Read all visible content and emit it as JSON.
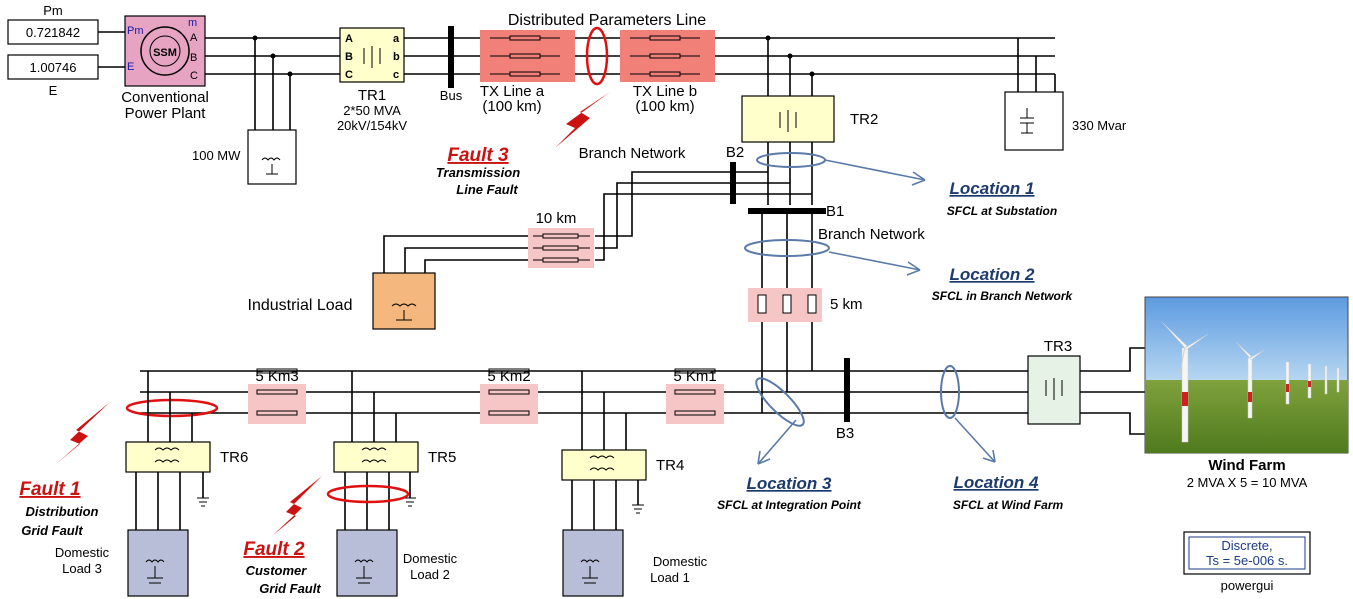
{
  "source": {
    "pm_value": "0.721842",
    "e_value": "1.00746",
    "pm_label": "Pm",
    "e_label": "E",
    "machine_label": "SSM",
    "port_pm": "Pm",
    "port_e": "E",
    "port_m": "m",
    "caption_line1": "Conventional",
    "caption_line2": "Power Plant"
  },
  "loads": {
    "plant_load": "100 MW",
    "capacitor": "330 Mvar",
    "industrial": "Industrial Load",
    "domestic1_line1": "Domestic",
    "domestic1_line2": "Load 1",
    "domestic2_line1": "Domestic",
    "domestic2_line2": "Load 2",
    "domestic3_line1": "Domestic",
    "domestic3_line2": "Load 3"
  },
  "transformers": {
    "tr1": "TR1",
    "tr1_rating": "2*50 MVA",
    "tr1_voltage": "20kV/154kV",
    "tr2": "TR2",
    "tr3": "TR3",
    "tr4": "TR4",
    "tr5": "TR5",
    "tr6": "TR6"
  },
  "buses": {
    "bus": "Bus",
    "b1": "B1",
    "b2": "B2",
    "b3": "B3"
  },
  "lines": {
    "title": "Distributed Parameters Line",
    "tx_a_line1": "TX Line a",
    "tx_a_line2": "(100 km)",
    "tx_b_line1": "TX Line b",
    "tx_b_line2": "(100 km)",
    "branch_net_1": "Branch Network",
    "branch_net_2": "Branch Network",
    "line_10km": "10 km",
    "line_5km": "5 km",
    "km1": "5 Km1",
    "km2": "5 Km2",
    "km3": "5 Km3"
  },
  "faults": {
    "f1_title": "Fault 1",
    "f1_line1": "Distribution",
    "f1_line2": "Grid Fault",
    "f2_title": "Fault 2",
    "f2_line1": "Customer",
    "f2_line2": "Grid Fault",
    "f3_title": "Fault 3",
    "f3_line1": "Transmission",
    "f3_line2": "Line Fault"
  },
  "locations": {
    "l1_title": "Location 1",
    "l1_desc": "SFCL at Substation",
    "l2_title": "Location 2",
    "l2_desc": "SFCL in Branch Network",
    "l3_title": "Location 3",
    "l3_desc": "SFCL at Integration Point",
    "l4_title": "Location 4",
    "l4_desc": "SFCL at Wind Farm"
  },
  "wind": {
    "title": "Wind Farm",
    "rating": "2 MVA X 5 = 10 MVA"
  },
  "powergui": {
    "line1": "Discrete,",
    "line2": "Ts = 5e-006 s.",
    "label": "powergui"
  },
  "colors": {
    "line_red": "#f08078",
    "line_pink": "#f6c6c6",
    "transformer_yellow": "#ffffcc",
    "load_blue": "#b8bed8",
    "industrial_orange": "#f4b77e",
    "source_pink": "#e6a4c2",
    "fault_red": "#cc1111",
    "location_blue": "#1e3b6e",
    "sfcl_blue": "#5a7aa8"
  }
}
